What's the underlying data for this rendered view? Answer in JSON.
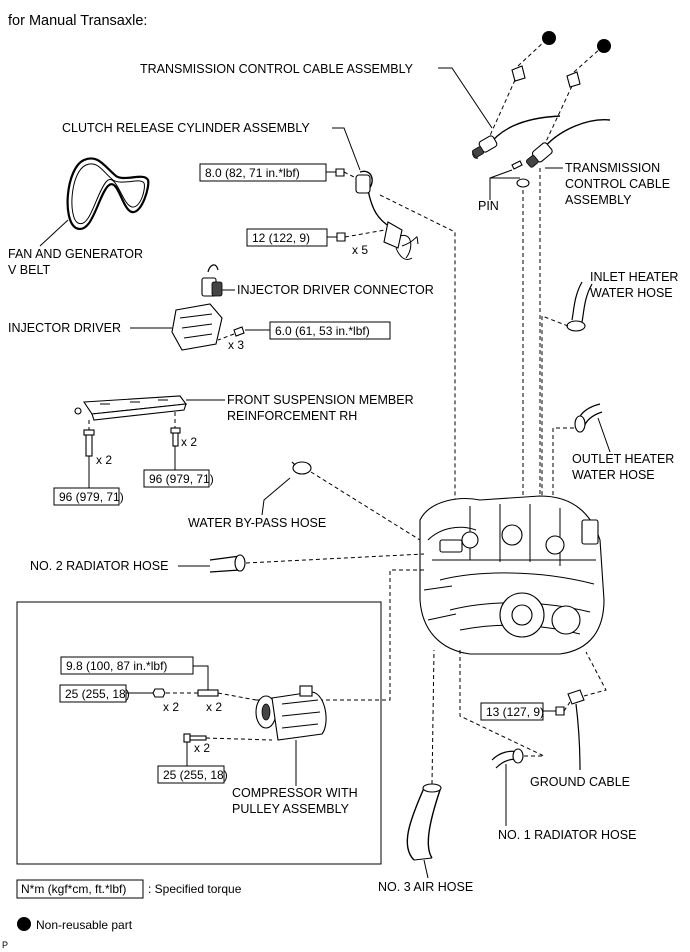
{
  "header": "for Manual Transaxle:",
  "labels": {
    "transmission_cable_1": "TRANSMISSION CONTROL CABLE ASSEMBLY",
    "clutch_cylinder": "CLUTCH RELEASE CYLINDER ASSEMBLY",
    "transmission_cable_2_l1": "TRANSMISSION",
    "transmission_cable_2_l2": "CONTROL CABLE",
    "transmission_cable_2_l3": "ASSEMBLY",
    "pin": "PIN",
    "fan_belt_l1": "FAN AND GENERATOR",
    "fan_belt_l2": "V BELT",
    "injector_connector": "INJECTOR DRIVER CONNECTOR",
    "injector_driver": "INJECTOR DRIVER",
    "inlet_hose_l1": "INLET HEATER",
    "inlet_hose_l2": "WATER HOSE",
    "front_member_l1": "FRONT SUSPENSION MEMBER",
    "front_member_l2": "REINFORCEMENT RH",
    "outlet_hose_l1": "OUTLET HEATER",
    "outlet_hose_l2": "WATER HOSE",
    "bypass_hose": "WATER BY-PASS HOSE",
    "no2_radiator": "NO. 2 RADIATOR HOSE",
    "ac_title": "w/ Air Conditioning System:",
    "compressor_l1": "COMPRESSOR WITH",
    "compressor_l2": "PULLEY ASSEMBLY",
    "ground_cable": "GROUND CABLE",
    "no1_radiator": "NO. 1 RADIATOR HOSE",
    "no3_air": "NO. 3 AIR HOSE"
  },
  "torques": {
    "t1": "8.0 (82, 71 in.*lbf)",
    "t2": "12 (122, 9)",
    "t3": "6.0 (61, 53 in.*lbf)",
    "t4": "96 (979, 71)",
    "t5": "96 (979, 71)",
    "t6": "9.8 (100, 87 in.*lbf)",
    "t7": "25 (255, 18)",
    "t8": "25 (255, 18)",
    "t9": "13 (127, 9)"
  },
  "quantities": {
    "q1": "x 5",
    "q2": "x 3",
    "q3": "x 2",
    "q4": "x 2",
    "q5": "x 2",
    "q6": "x 2",
    "q7": "x 2"
  },
  "legend": {
    "torque_box": "N*m (kgf*cm, ft.*lbf)",
    "torque_desc": ": Specified torque",
    "nonreusable": "Non-reusable part"
  },
  "footer_code": "P"
}
